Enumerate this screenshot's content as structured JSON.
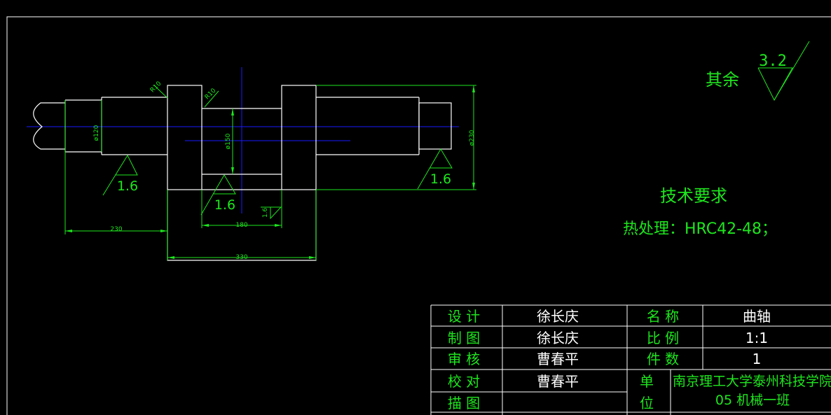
{
  "colors": {
    "background": "#000000",
    "geometry": "#ffffff",
    "annotation": "#1ee61e",
    "centerline": "#1a1aff"
  },
  "drawing": {
    "dimensions": {
      "d120": "ø120",
      "d150": "ø150",
      "d230": "ø230",
      "r10_left": "R10",
      "r10_right": "R10",
      "len_230": "230",
      "len_180": "180",
      "len_330": "330"
    },
    "roughness": {
      "left": "1.6",
      "middle": "1.6",
      "right": "1.6",
      "small": "1.6"
    }
  },
  "surface_finish": {
    "label": "其余",
    "value": "3.2"
  },
  "requirements": {
    "title": "技术要求",
    "heat_treatment": "热处理：HRC42-48；"
  },
  "title_block": {
    "rows": [
      {
        "label": "设  计",
        "value": "徐长庆",
        "label2": "名  称",
        "value2": "曲轴"
      },
      {
        "label": "制  图",
        "value": "徐长庆",
        "label2": "比  例",
        "value2": "1:1"
      },
      {
        "label": "审  核",
        "value": "曹春平",
        "label2": "件  数",
        "value2": "1"
      },
      {
        "label": "校  对",
        "value": "曹春平",
        "label2": "单",
        "value2": "南京理工大学泰州科技学院"
      },
      {
        "label": "描  图",
        "value": "",
        "label2": "位",
        "value2": "05 机械一班"
      }
    ]
  }
}
